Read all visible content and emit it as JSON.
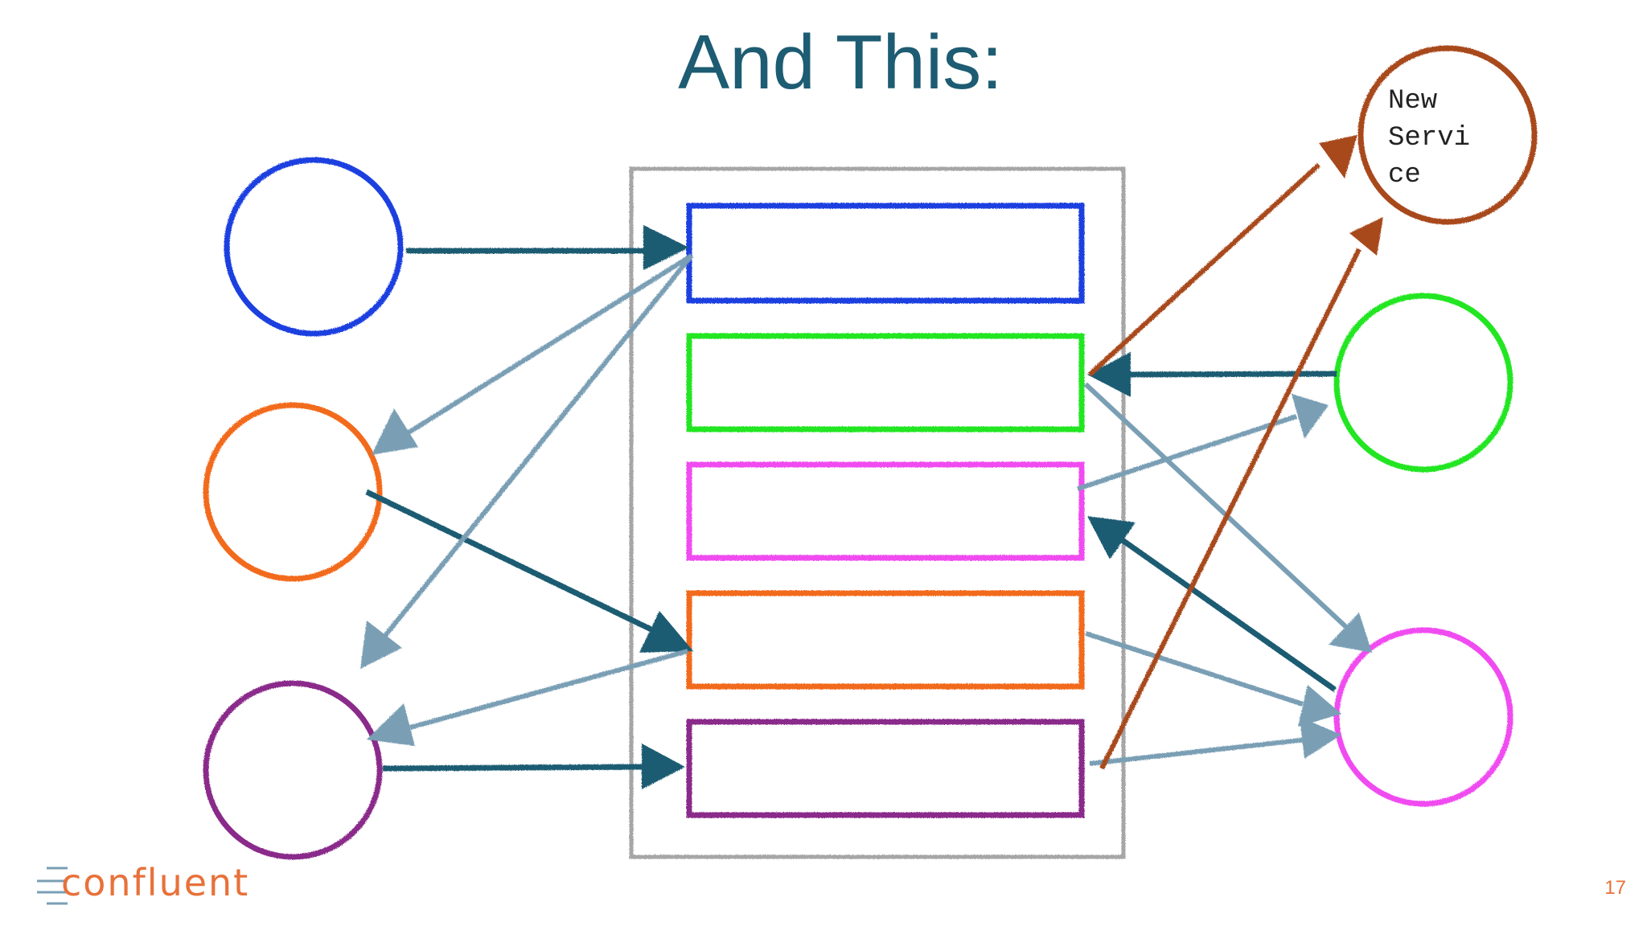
{
  "slide": {
    "title": "And This:",
    "page_number": "17"
  },
  "new_service": {
    "label_lines": [
      "New",
      "Servi",
      "ce"
    ]
  },
  "logo": {
    "text": "confluent"
  },
  "colors": {
    "title": "#1d5c72",
    "blue": "#1a3fe0",
    "green": "#22e622",
    "magenta": "#f04cf0",
    "orange": "#f26b1d",
    "purple": "#8a2a8a",
    "new_service": "#a8481e",
    "arrow_dark": "#1d5c72",
    "arrow_light": "#7a9fb5",
    "arrow_brown": "#a8481e",
    "container": "#a6a6a6",
    "brand": "#e8713a"
  }
}
